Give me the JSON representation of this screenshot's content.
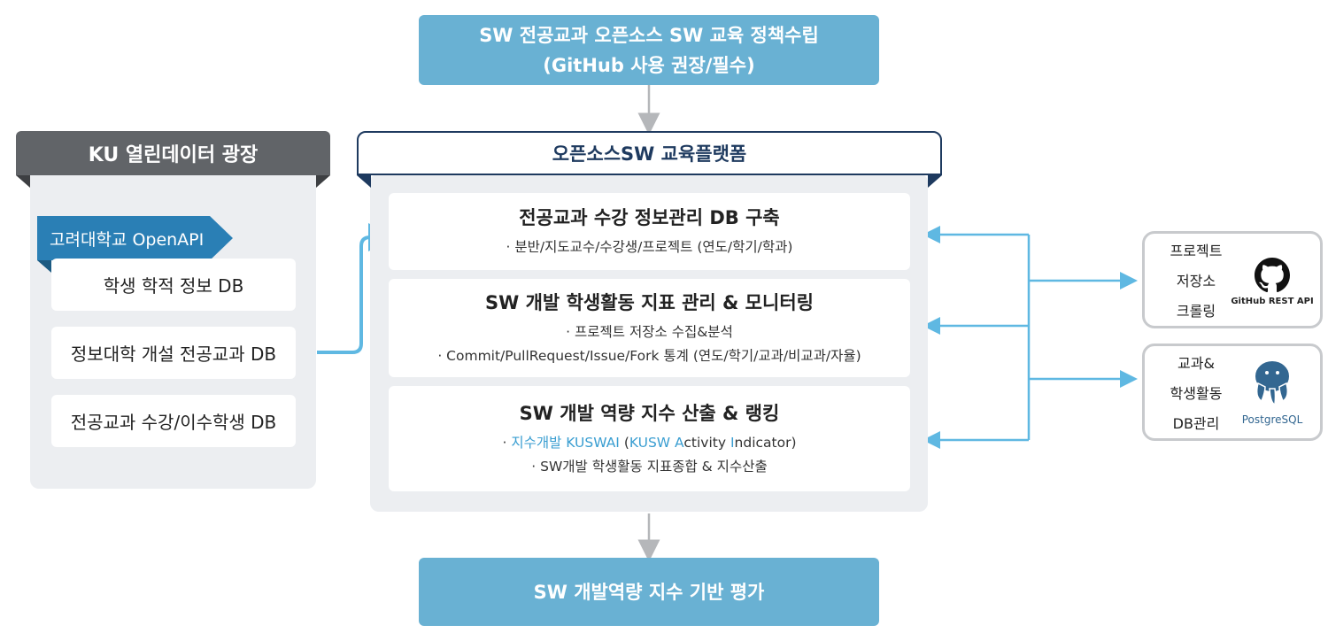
{
  "top_box": {
    "line1": "SW 전공교과 오픈소스 SW 교육 정책수립",
    "line2": "(GitHub 사용 권장/필수)"
  },
  "left_panel": {
    "title": "KU 열린데이터 광장",
    "tab_label": "고려대학교 OpenAPI",
    "items": [
      "학생 학적 정보 DB",
      "정보대학 개설 전공교과 DB",
      "전공교과 수강/이수학생 DB"
    ]
  },
  "center_panel": {
    "title": "오픈소스SW 교육플랫폼",
    "cards": [
      {
        "title": "전공교과 수강 정보관리 DB 구축",
        "lines": [
          "· 분반/지도교수/수강생/프로젝트 (연도/학기/학과)"
        ]
      },
      {
        "title": "SW 개발 학생활동 지표 관리 & 모니터링",
        "lines": [
          "· 프로젝트 저장소 수집&분석",
          "· Commit/PullRequest/Issue/Fork 통계 (연도/학기/교과/비교과/자율)"
        ]
      },
      {
        "title": "SW 개발 역량 지수 산출 & 랭킹",
        "line1_prefix": "· ",
        "line1_hl1": "지수개발 KUSWAI",
        "line1_mid1": " (",
        "line1_hl2": "KUSW A",
        "line1_mid2": "ctivity ",
        "line1_hl3": "I",
        "line1_end": "ndicator)",
        "line2": "· SW개발 학생활동 지표종합 & 지수산출"
      }
    ]
  },
  "right_boxes": [
    {
      "lines": [
        "프로젝트",
        "저장소",
        "크롤링"
      ],
      "logo_caption": "GitHub REST API",
      "icon": "github-icon"
    },
    {
      "lines": [
        "교과&",
        "학생활동",
        "DB관리"
      ],
      "logo_caption": "PostgreSQL",
      "icon": "postgresql-icon"
    }
  ],
  "bottom_box": {
    "label": "SW 개발역량 지수 기반 평가"
  },
  "colors": {
    "accent_blue": "#69b1d3",
    "arrow_blue": "#5fb8e2",
    "dark_navy": "#1e3a5f",
    "tab_blue": "#2a7fb5"
  }
}
